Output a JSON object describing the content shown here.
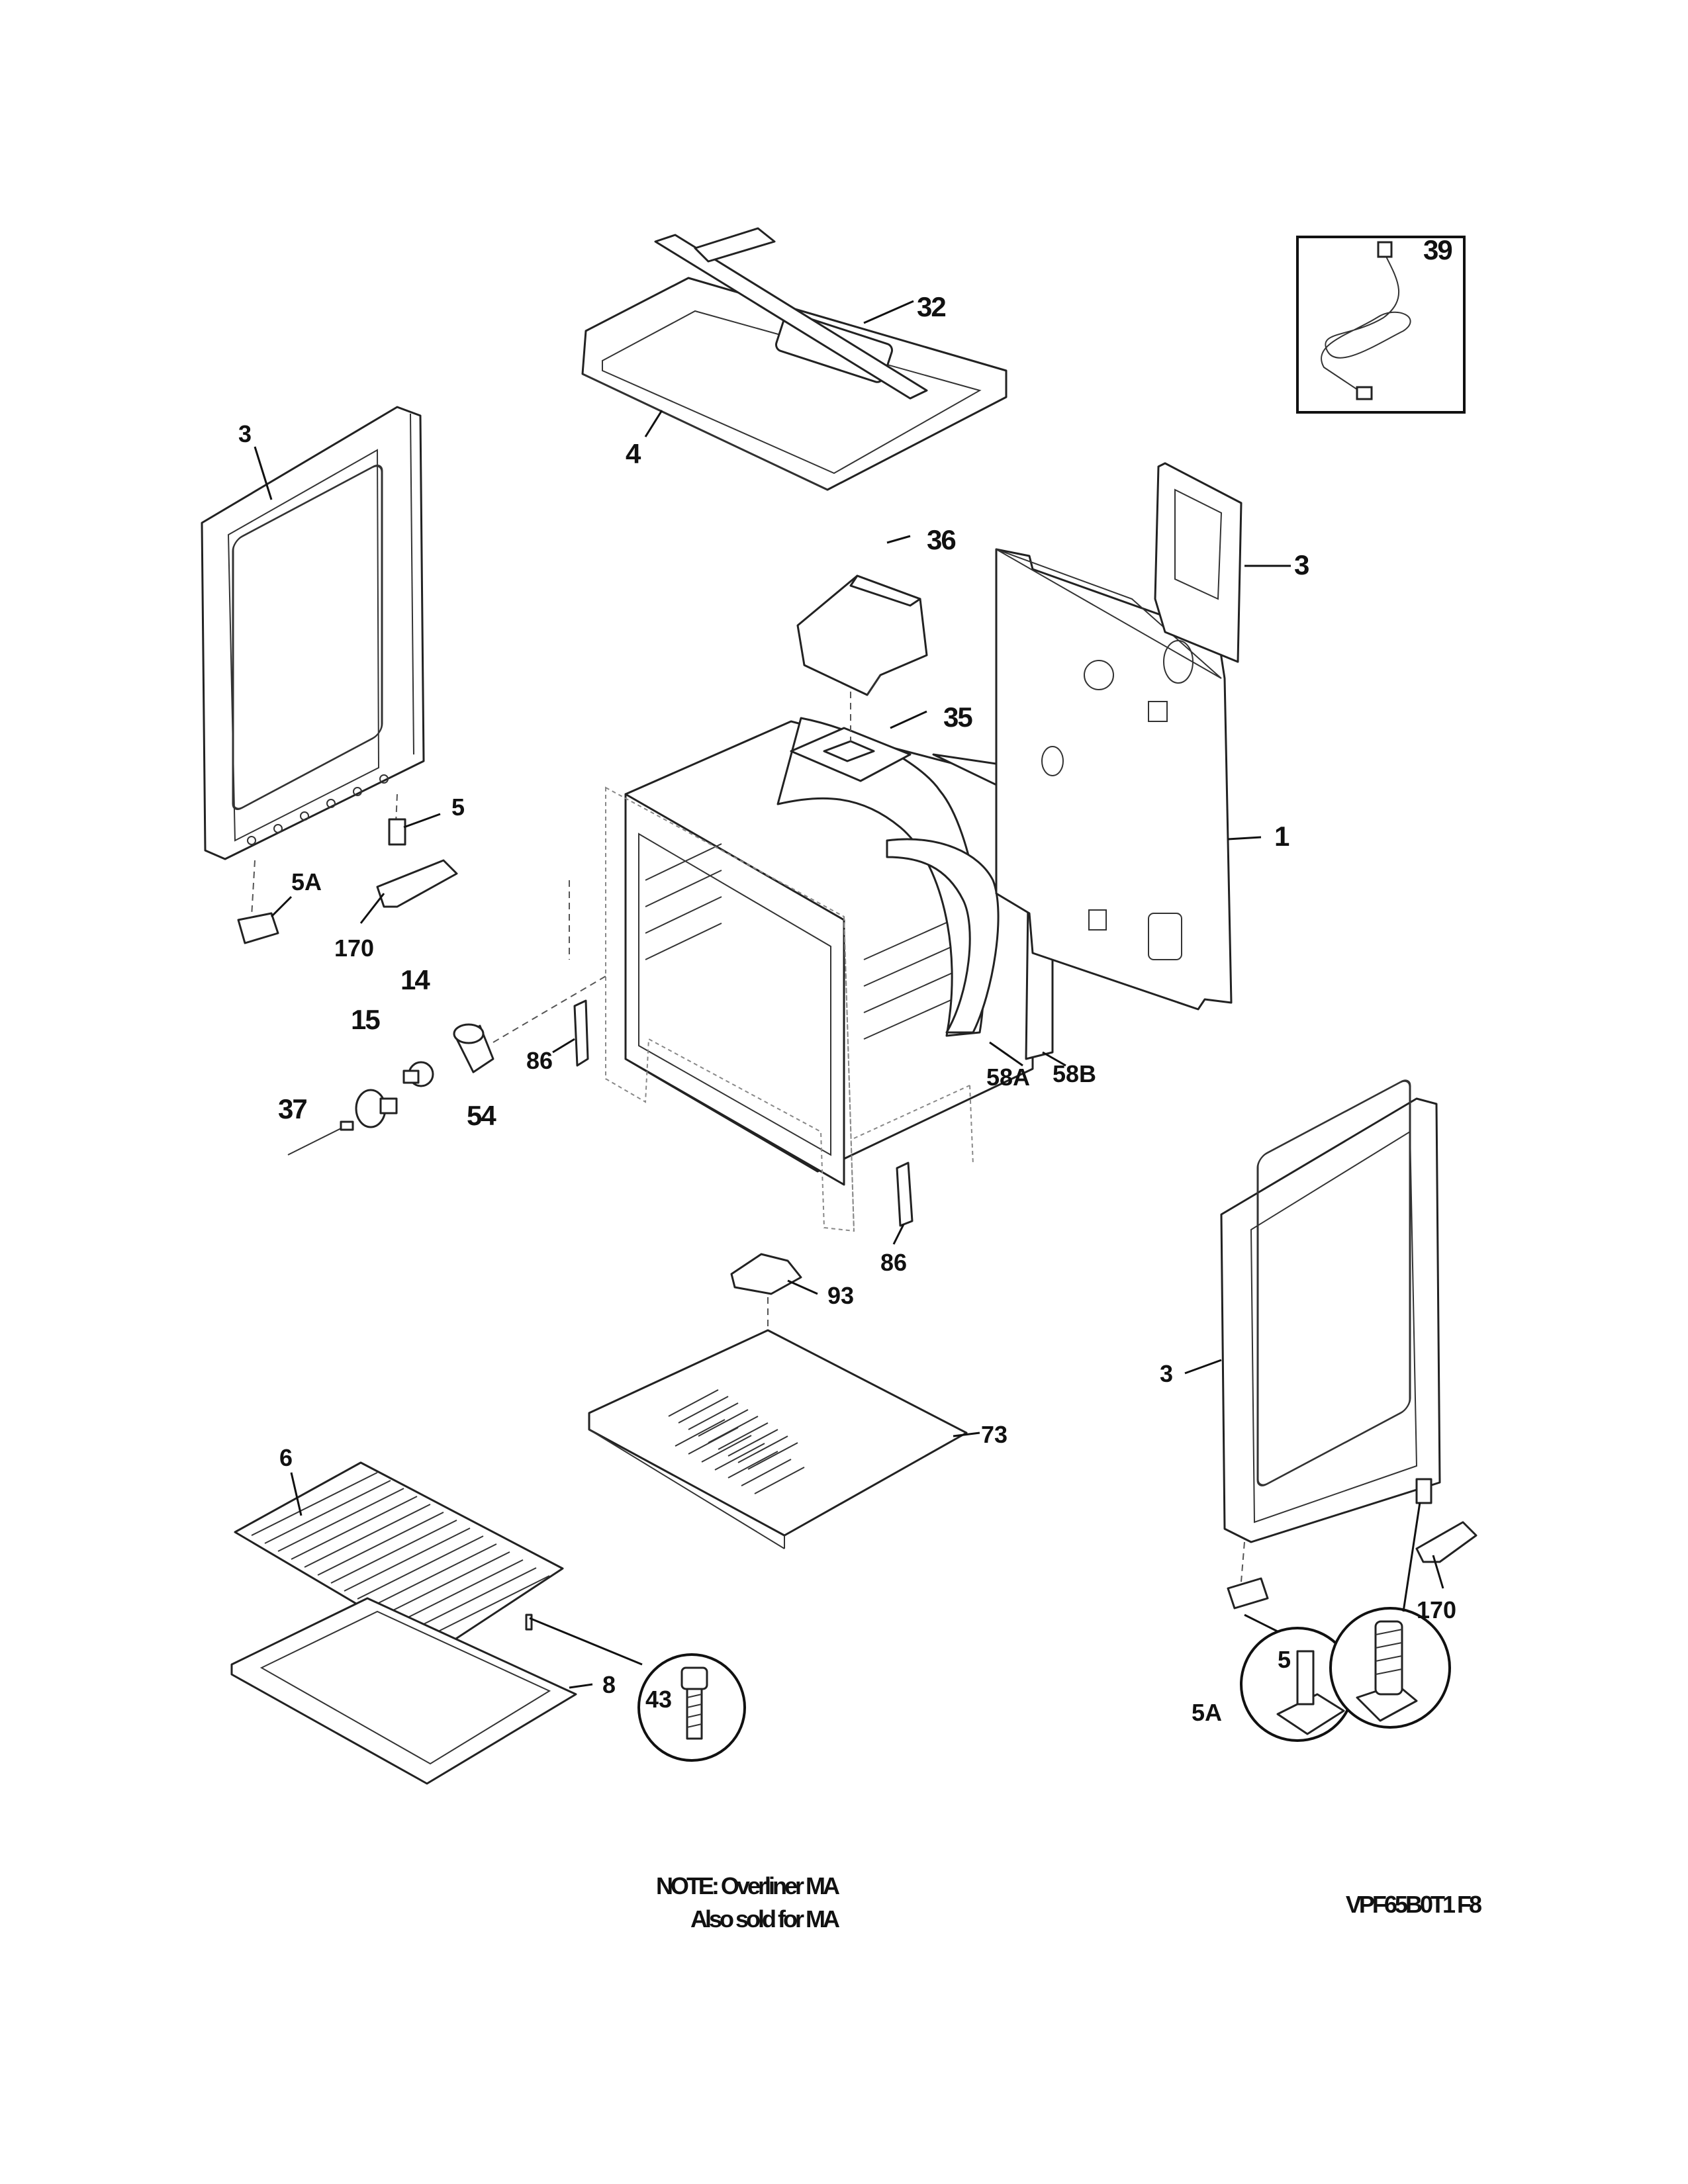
{
  "labels": {
    "p1": "1",
    "p3_left": "3",
    "p3_right": "3",
    "p3_tr": "3",
    "p4": "4",
    "p5_left": "5",
    "p5_right": "5",
    "p5A_left": "5A",
    "p5A_right": "5A",
    "p6": "6",
    "p8": "8",
    "p14": "14",
    "p15": "15",
    "p32": "32",
    "p35": "35",
    "p36": "36",
    "p37": "37",
    "p39": "39",
    "p43": "43",
    "p54": "54",
    "p58A": "58A",
    "p58B": "58B",
    "p73": "73",
    "p86_top": "86",
    "p86_bottom": "86",
    "p93": "93",
    "p170_left": "170",
    "p170_right": "170"
  },
  "notes": {
    "line1": "NOTE: Overliner MA",
    "line2": "Also sold for MA",
    "code": "VPF65B0T1 F8"
  },
  "icons": [
    "power-cord-icon",
    "light-bulb-icon",
    "leveling-leg-icon",
    "screw-icon"
  ]
}
